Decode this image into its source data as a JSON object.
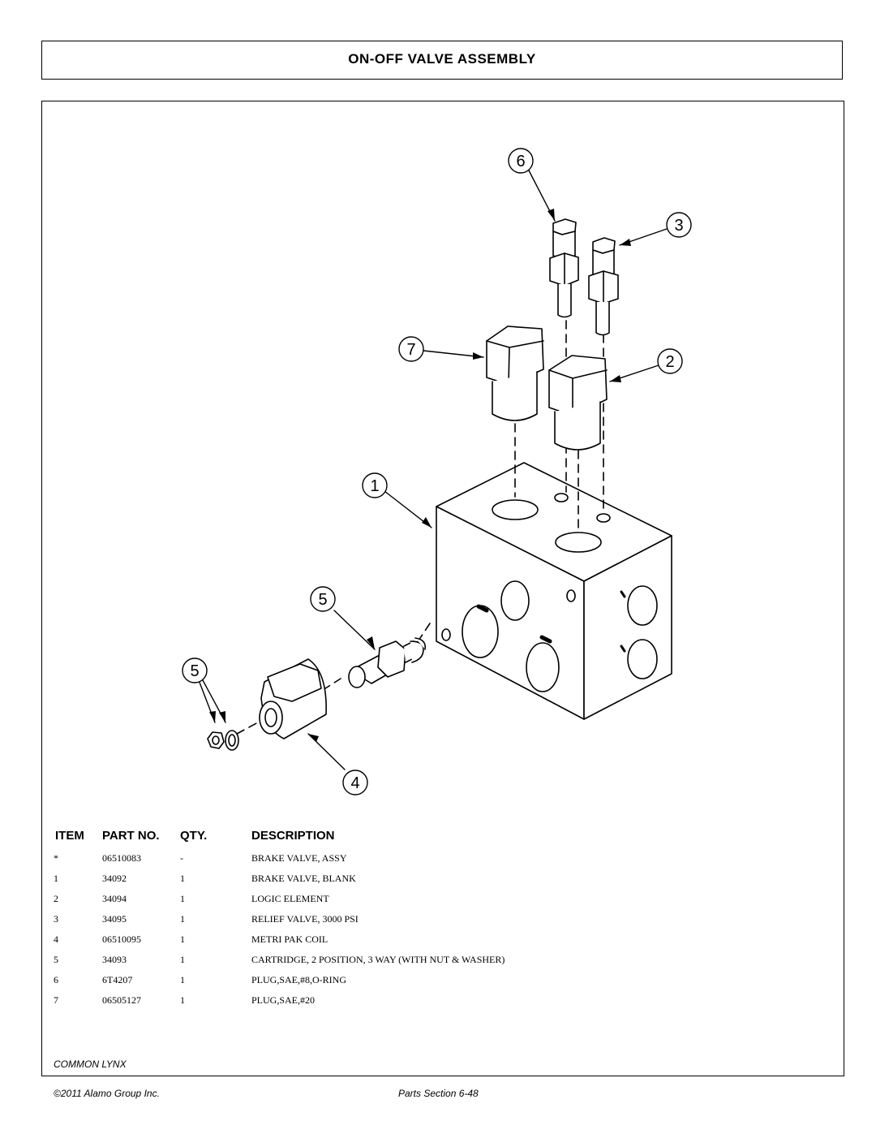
{
  "title": "ON-OFF VALVE ASSEMBLY",
  "callouts": [
    "6",
    "3",
    "7",
    "2",
    "1",
    "5",
    "5",
    "4"
  ],
  "table": {
    "headers": {
      "item": "ITEM",
      "part_no": "PART NO.",
      "qty": "QTY.",
      "description": "DESCRIPTION"
    },
    "rows": [
      {
        "item": "*",
        "part_no": "06510083",
        "qty": "-",
        "description": "BRAKE VALVE, ASSY"
      },
      {
        "item": "1",
        "part_no": "34092",
        "qty": "1",
        "description": "BRAKE VALVE, BLANK"
      },
      {
        "item": "2",
        "part_no": "34094",
        "qty": "1",
        "description": "LOGIC ELEMENT"
      },
      {
        "item": "3",
        "part_no": "34095",
        "qty": "1",
        "description": "RELIEF VALVE, 3000 PSI"
      },
      {
        "item": "4",
        "part_no": "06510095",
        "qty": "1",
        "description": "METRI PAK COIL"
      },
      {
        "item": "5",
        "part_no": "34093",
        "qty": "1",
        "description": "CARTRIDGE, 2 POSITION, 3 WAY (WITH NUT & WASHER)"
      },
      {
        "item": "6",
        "part_no": "6T4207",
        "qty": "1",
        "description": "PLUG,SAE,#8,O-RING"
      },
      {
        "item": "7",
        "part_no": "06505127",
        "qty": "1",
        "description": "PLUG,SAE,#20"
      }
    ]
  },
  "footer": {
    "series": "COMMON LYNX",
    "copyright": "©2011 Alamo Group Inc.",
    "section": "Parts Section 6-48"
  }
}
